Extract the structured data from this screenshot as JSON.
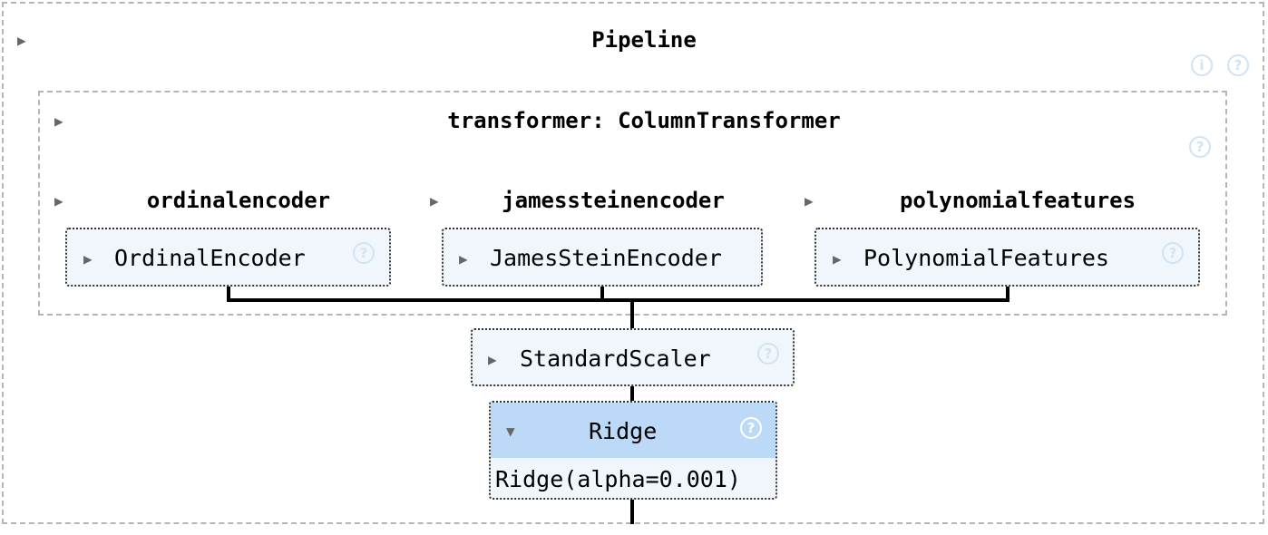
{
  "pipeline": {
    "title": "Pipeline",
    "expand_glyph": "▶",
    "info_glyph": "i",
    "help_glyph": "?"
  },
  "column_transformer": {
    "title": "transformer: ColumnTransformer",
    "expand_glyph": "▶",
    "help_glyph": "?",
    "columns": [
      {
        "name": "ordinalencoder",
        "estimator": "OrdinalEncoder"
      },
      {
        "name": "jamessteinencoder",
        "estimator": "JamesSteinEncoder"
      },
      {
        "name": "polynomialfeatures",
        "estimator": "PolynomialFeatures"
      }
    ]
  },
  "scaler": {
    "label": "StandardScaler",
    "help_glyph": "?"
  },
  "ridge": {
    "label": "Ridge",
    "collapse_glyph": "▼",
    "help_glyph": "?",
    "params": "Ridge(alpha=0.001)"
  },
  "colors": {
    "dashed_border": "#b5b5b5",
    "estimator_bg": "#f0f6fc",
    "fitted_header_bg": "#bcdaf7",
    "help_icon": "#cfe3f4",
    "arrow": "#666666"
  }
}
